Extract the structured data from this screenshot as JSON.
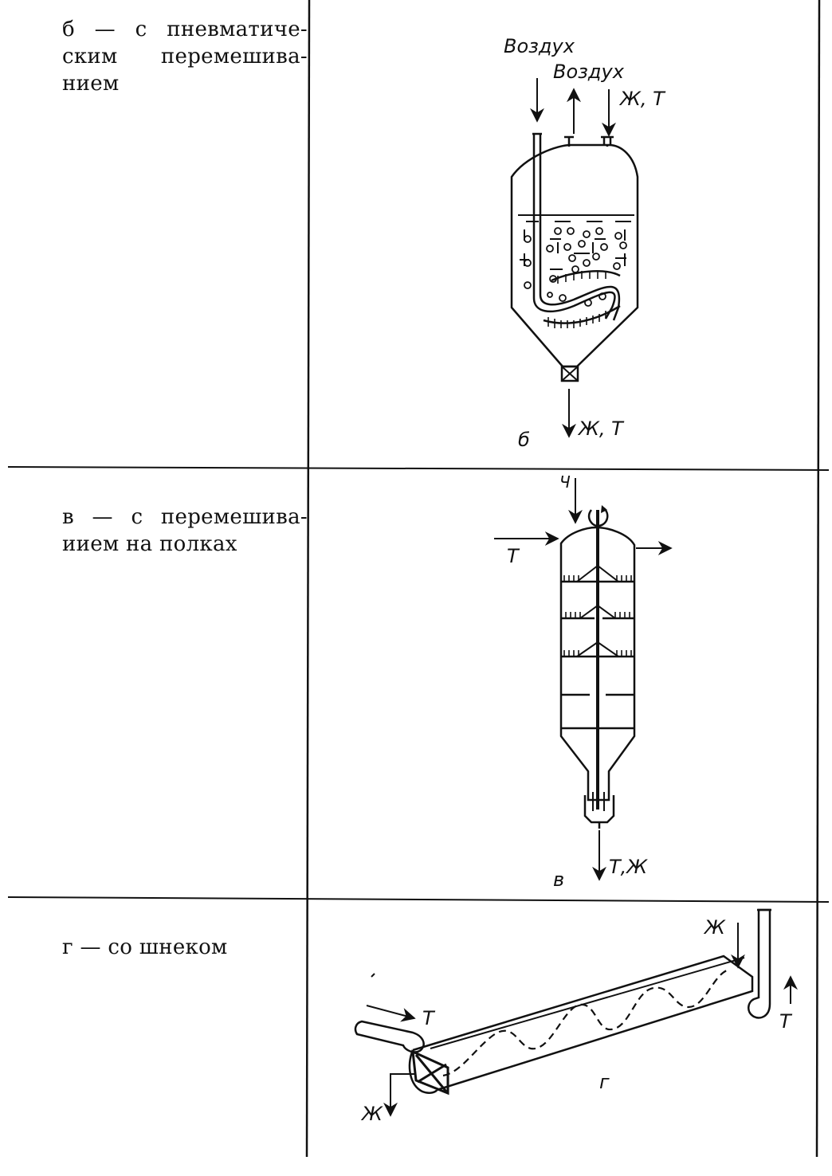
{
  "rows": [
    {
      "caption_lines": [
        "б — с пневматиче-",
        "ским перемешива-",
        "нием"
      ],
      "diagram": {
        "labels": {
          "air_in": "Воздух",
          "air_out": "Воздух",
          "inlet": "Ж, Т",
          "outlet": "Ж, Т",
          "letter": "б"
        }
      }
    },
    {
      "caption_lines": [
        "в — с перемешива-",
        "иием на полках"
      ],
      "diagram": {
        "labels": {
          "top_feed": "Ч",
          "side_in": "Т",
          "outlet": "Т,Ж",
          "letter": "в"
        }
      }
    },
    {
      "caption_lines": [
        "г — со шнеком"
      ],
      "diagram": {
        "labels": {
          "liquid_in": "Ж",
          "solid_in": "Т",
          "solid_out": "Т",
          "liquid_out": "Ж",
          "letter": "г"
        }
      }
    }
  ]
}
